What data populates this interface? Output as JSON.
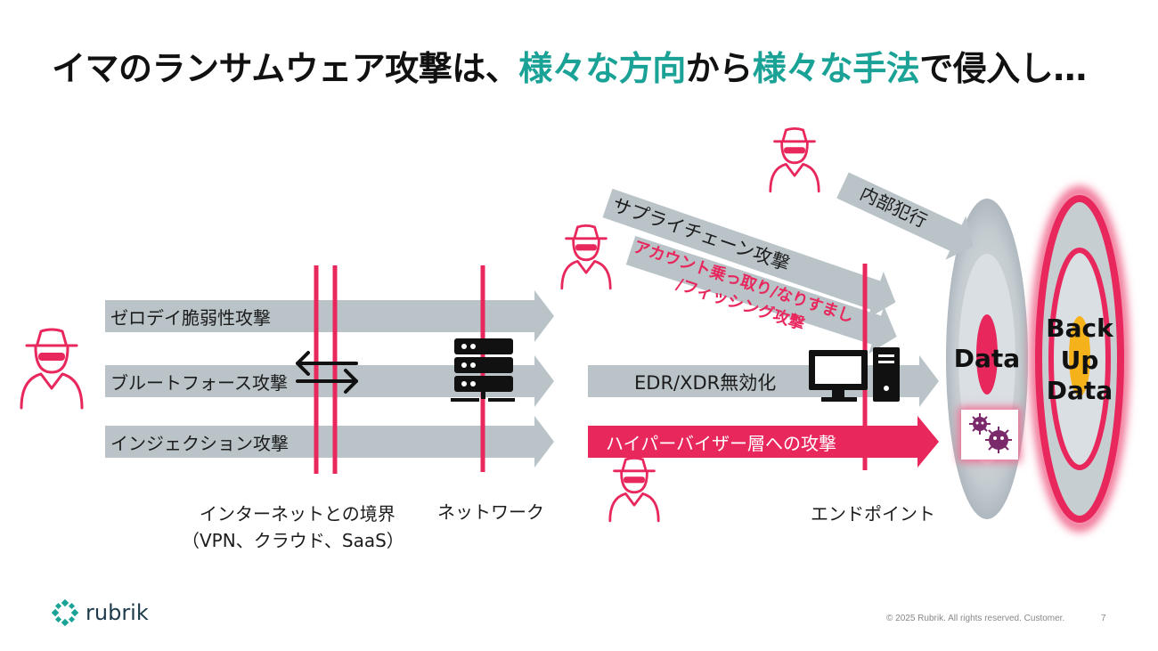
{
  "title": {
    "part1": "イマのランサムウェア攻撃は、",
    "part2": "様々な方向",
    "part3": "から",
    "part4": "様々な手法",
    "part5": "で侵入し…",
    "highlight_color": "#1aa296"
  },
  "attacks": {
    "zero_day": "ゼロデイ脆弱性攻撃",
    "brute_force": "ブルートフォース攻撃",
    "injection": "インジェクション攻撃",
    "edr": "EDR/XDR無効化",
    "hypervisor": "ハイパーバイザー層への攻撃",
    "supply_chain": "サプライチェーン攻撃",
    "account_takeover_1": "アカウント乗っ取り/なりすまし",
    "account_takeover_2": "/フィッシング攻撃",
    "insider": "内部犯行"
  },
  "zones": {
    "internet_boundary_1": "インターネットとの境界",
    "internet_boundary_2": "（VPN、クラウド、SaaS）",
    "network": "ネットワーク",
    "endpoint": "エンドポイント"
  },
  "targets": {
    "data": "Data",
    "backup_1": "Back",
    "backup_2": "Up",
    "backup_3": "Data"
  },
  "footer": {
    "brand": "rubrik",
    "copyright": "© 2025 Rubrik. All rights reserved. Customer.",
    "page": "7"
  },
  "colors": {
    "accent_red": "#e8275d",
    "arrow_gray": "#b9c3c8",
    "teal": "#1aa296"
  }
}
